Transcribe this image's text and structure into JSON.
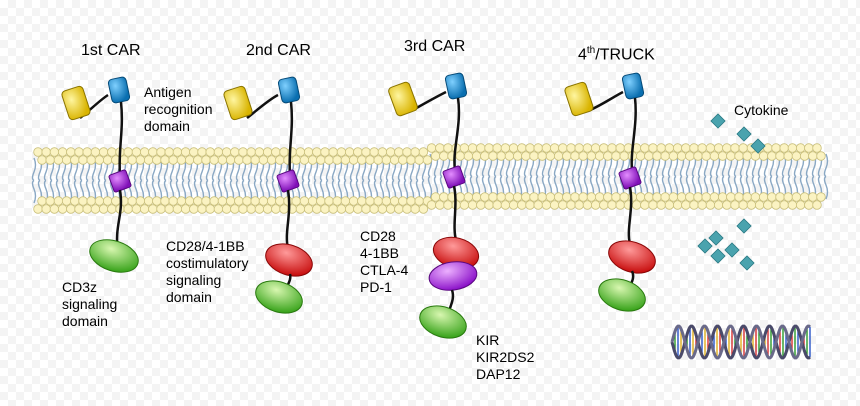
{
  "titles": {
    "car1": "1st CAR",
    "car2": "2nd CAR",
    "car3": "3rd CAR",
    "car4_base": "4",
    "car4_sup": "th",
    "car4_rest": "/TRUCK"
  },
  "labels": {
    "antigen": [
      "Antigen",
      "recognition",
      "domain"
    ],
    "cytokine": "Cytokine",
    "cd3z": [
      "CD3z",
      "signaling",
      "domain"
    ],
    "costim": [
      "CD28/4-1BB",
      "costimulatory",
      "signaling",
      "domain"
    ],
    "third_costim": [
      "CD28",
      "4-1BB",
      "CTLA-4",
      "PD-1"
    ],
    "third_inhib": [
      "KIR",
      "KIR2DS2",
      "DAP12"
    ]
  },
  "colors": {
    "lipid_head": "#fbf3c2",
    "lipid_head_stroke": "#c9bf7a",
    "tail": "#8aa8c4",
    "scfv_yellow": "#f2d21a",
    "scfv_blue": "#1a8fd1",
    "transmembrane": "#a020c8",
    "cd3z_green": "#5cc43a",
    "costim_red": "#e02828",
    "inhib_purple": "#a020e0",
    "cytokine": "#4aa3ae"
  }
}
